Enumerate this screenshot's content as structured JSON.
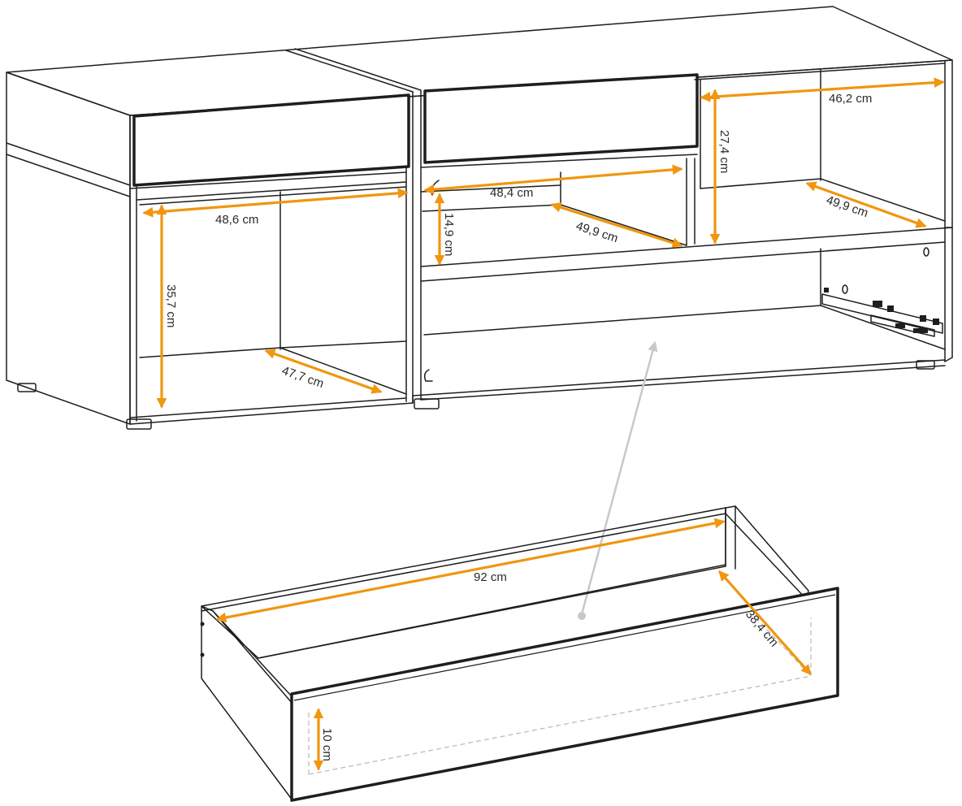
{
  "colors": {
    "dimension": "#f0960f",
    "outline": "#1e1e1e",
    "pointer": "#c8c8c8",
    "hidden_edge": "#bdbdbd"
  },
  "dimensions": {
    "left_width": "48,6 cm",
    "left_height": "35,7 cm",
    "left_depth": "47,7 cm",
    "center_width": "48,4 cm",
    "center_height": "14,9 cm",
    "center_depth": "49,9 cm",
    "right_width": "46,2 cm",
    "right_height": "27,4 cm",
    "right_depth": "49,9 cm",
    "drawer_width": "92 cm",
    "drawer_depth": "38,4 cm",
    "drawer_height": "10 cm"
  }
}
